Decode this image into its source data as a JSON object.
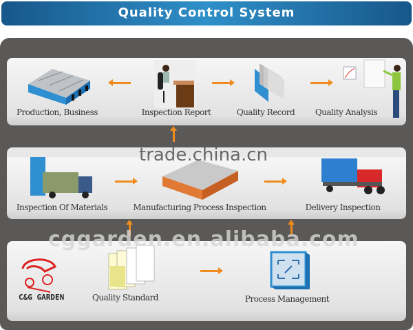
{
  "title": "Quality Control System",
  "row1": {
    "items": [
      {
        "label": "Production, Business",
        "icon": "factory-icon"
      },
      {
        "label": "Inspection Report",
        "icon": "office-worker-icon"
      },
      {
        "label": "Quality Record",
        "icon": "file-folder-icon"
      },
      {
        "label": "Quality Analysis",
        "icon": "presentation-icon"
      }
    ]
  },
  "row2": {
    "items": [
      {
        "label": "Inspection Of Materials",
        "icon": "truck-icon"
      },
      {
        "label": "Manufacturing Process Inspection",
        "icon": "factory-icon"
      },
      {
        "label": "Delivery Inspection",
        "icon": "truck-icon"
      }
    ]
  },
  "row3": {
    "logo": "C&G GARDEN",
    "items": [
      {
        "label": "Quality Standard",
        "icon": "documents-icon"
      },
      {
        "label": "Process Management",
        "icon": "process-icon"
      }
    ]
  },
  "watermarks": [
    "trade.china.cn",
    "cggarden.en.alibaba.com"
  ],
  "colors": {
    "header": "#2f8fc8",
    "arrow": "#f08b1d",
    "panel": "#5b5957"
  }
}
